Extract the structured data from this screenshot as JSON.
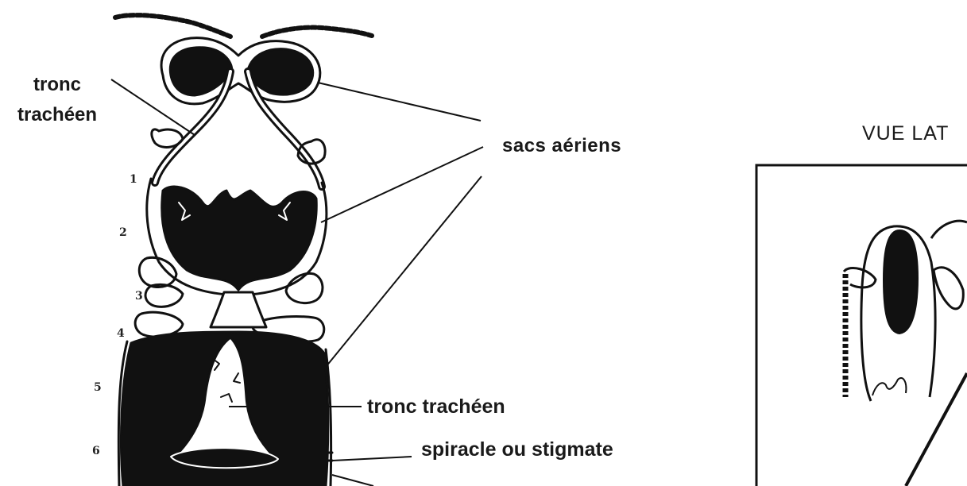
{
  "labels": {
    "tronc_left_line1": "tronc",
    "tronc_left_line2": "trachéen",
    "sacs": "sacs aériens",
    "tronc_right": "tronc  trachéen",
    "spiracle": "spiracle ou stigmate",
    "vue": "VUE  LAT"
  },
  "segment_numbers": [
    "1",
    "2",
    "3",
    "4",
    "5",
    "6"
  ],
  "colors": {
    "ink": "#111111",
    "paper": "#ffffff"
  }
}
